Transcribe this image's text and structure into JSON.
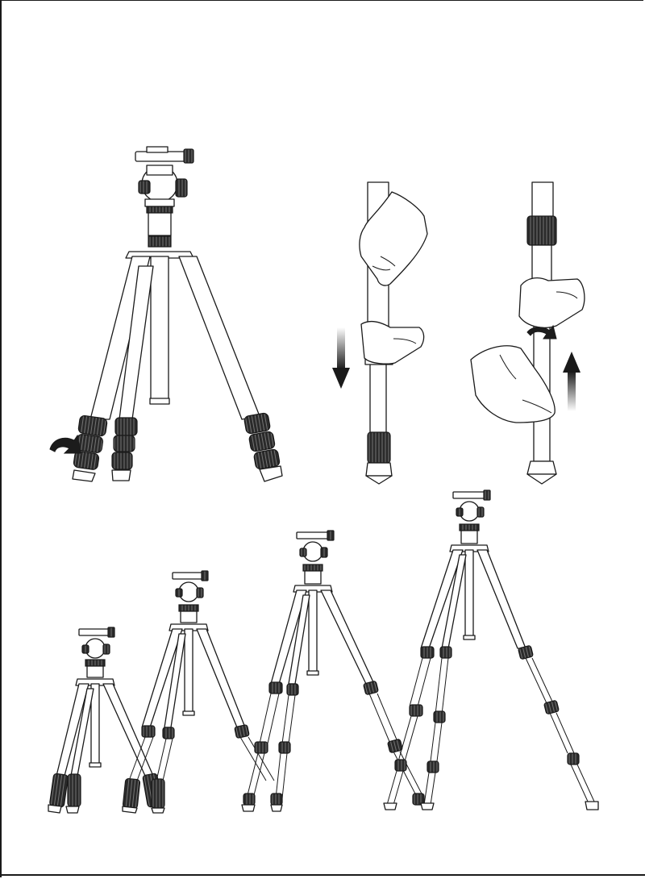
{
  "illustrations": {
    "leg_lock_twist": {
      "icon": "twist-arrow-icon"
    },
    "extend_leg": {
      "icon": "arrow-down-icon"
    },
    "retract_leg": {
      "icon": "arrow-up-icon"
    },
    "height_stages": [
      {
        "stage": 1,
        "leg_sections_extended": 1
      },
      {
        "stage": 2,
        "leg_sections_extended": 2
      },
      {
        "stage": 3,
        "leg_sections_extended": 3
      },
      {
        "stage": 4,
        "leg_sections_extended": 4
      }
    ]
  },
  "colors": {
    "line": "#1a1a1a",
    "fill": "#ffffff",
    "lock": "#1c1c1c"
  }
}
